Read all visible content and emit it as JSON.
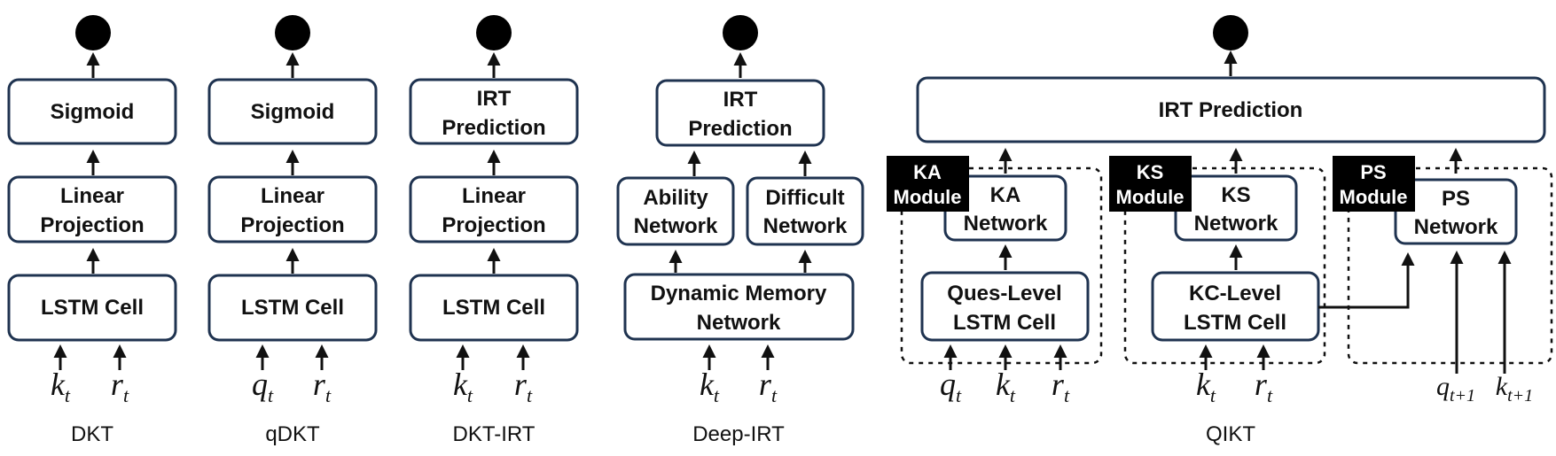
{
  "models": {
    "dkt": {
      "caption": "DKT",
      "sigmoid": "Sigmoid",
      "linear_1": "Linear",
      "linear_2": "Projection",
      "lstm": "LSTM Cell",
      "in1": "k",
      "in1_sub": "t",
      "in2": "r",
      "in2_sub": "t"
    },
    "qdkt": {
      "caption": "qDKT",
      "sigmoid": "Sigmoid",
      "linear_1": "Linear",
      "linear_2": "Projection",
      "lstm": "LSTM Cell",
      "in1": "q",
      "in1_sub": "t",
      "in2": "r",
      "in2_sub": "t"
    },
    "dktirt": {
      "caption": "DKT-IRT",
      "irt_1": "IRT",
      "irt_2": "Prediction",
      "linear_1": "Linear",
      "linear_2": "Projection",
      "lstm": "LSTM Cell",
      "in1": "k",
      "in1_sub": "t",
      "in2": "r",
      "in2_sub": "t"
    },
    "deepirt": {
      "caption": "Deep-IRT",
      "irt_1": "IRT",
      "irt_2": "Prediction",
      "ability_1": "Ability",
      "ability_2": "Network",
      "difficult_1": "Difficult",
      "difficult_2": "Network",
      "memory_1": "Dynamic Memory",
      "memory_2": "Network",
      "in1": "k",
      "in1_sub": "t",
      "in2": "r",
      "in2_sub": "t"
    },
    "qikt": {
      "caption": "QIKT",
      "irt": "IRT Prediction",
      "ka_module_1": "KA",
      "ka_module_2": "Module",
      "ka_net_1": "KA",
      "ka_net_2": "Network",
      "ques_lstm_1": "Ques-Level",
      "ques_lstm_2": "LSTM Cell",
      "ks_module_1": "KS",
      "ks_module_2": "Module",
      "ks_net_1": "KS",
      "ks_net_2": "Network",
      "kc_lstm_1": "KC-Level",
      "kc_lstm_2": "LSTM Cell",
      "ps_module_1": "PS",
      "ps_module_2": "Module",
      "ps_net_1": "PS",
      "ps_net_2": "Network",
      "in_q": "q",
      "in_q_sub": "t",
      "in_k": "k",
      "in_k_sub": "t",
      "in_r": "r",
      "in_r_sub": "t",
      "ks_in_k": "k",
      "ks_in_k_sub": "t",
      "ks_in_r": "r",
      "ks_in_r_sub": "t",
      "ps_in_q": "q",
      "ps_in_q_sub": "t+1",
      "ps_in_k": "k",
      "ps_in_k_sub": "t+1"
    }
  },
  "colors": {
    "box_stroke": "#1f3350",
    "module_fill": "#000000",
    "output_node": "#000000"
  }
}
